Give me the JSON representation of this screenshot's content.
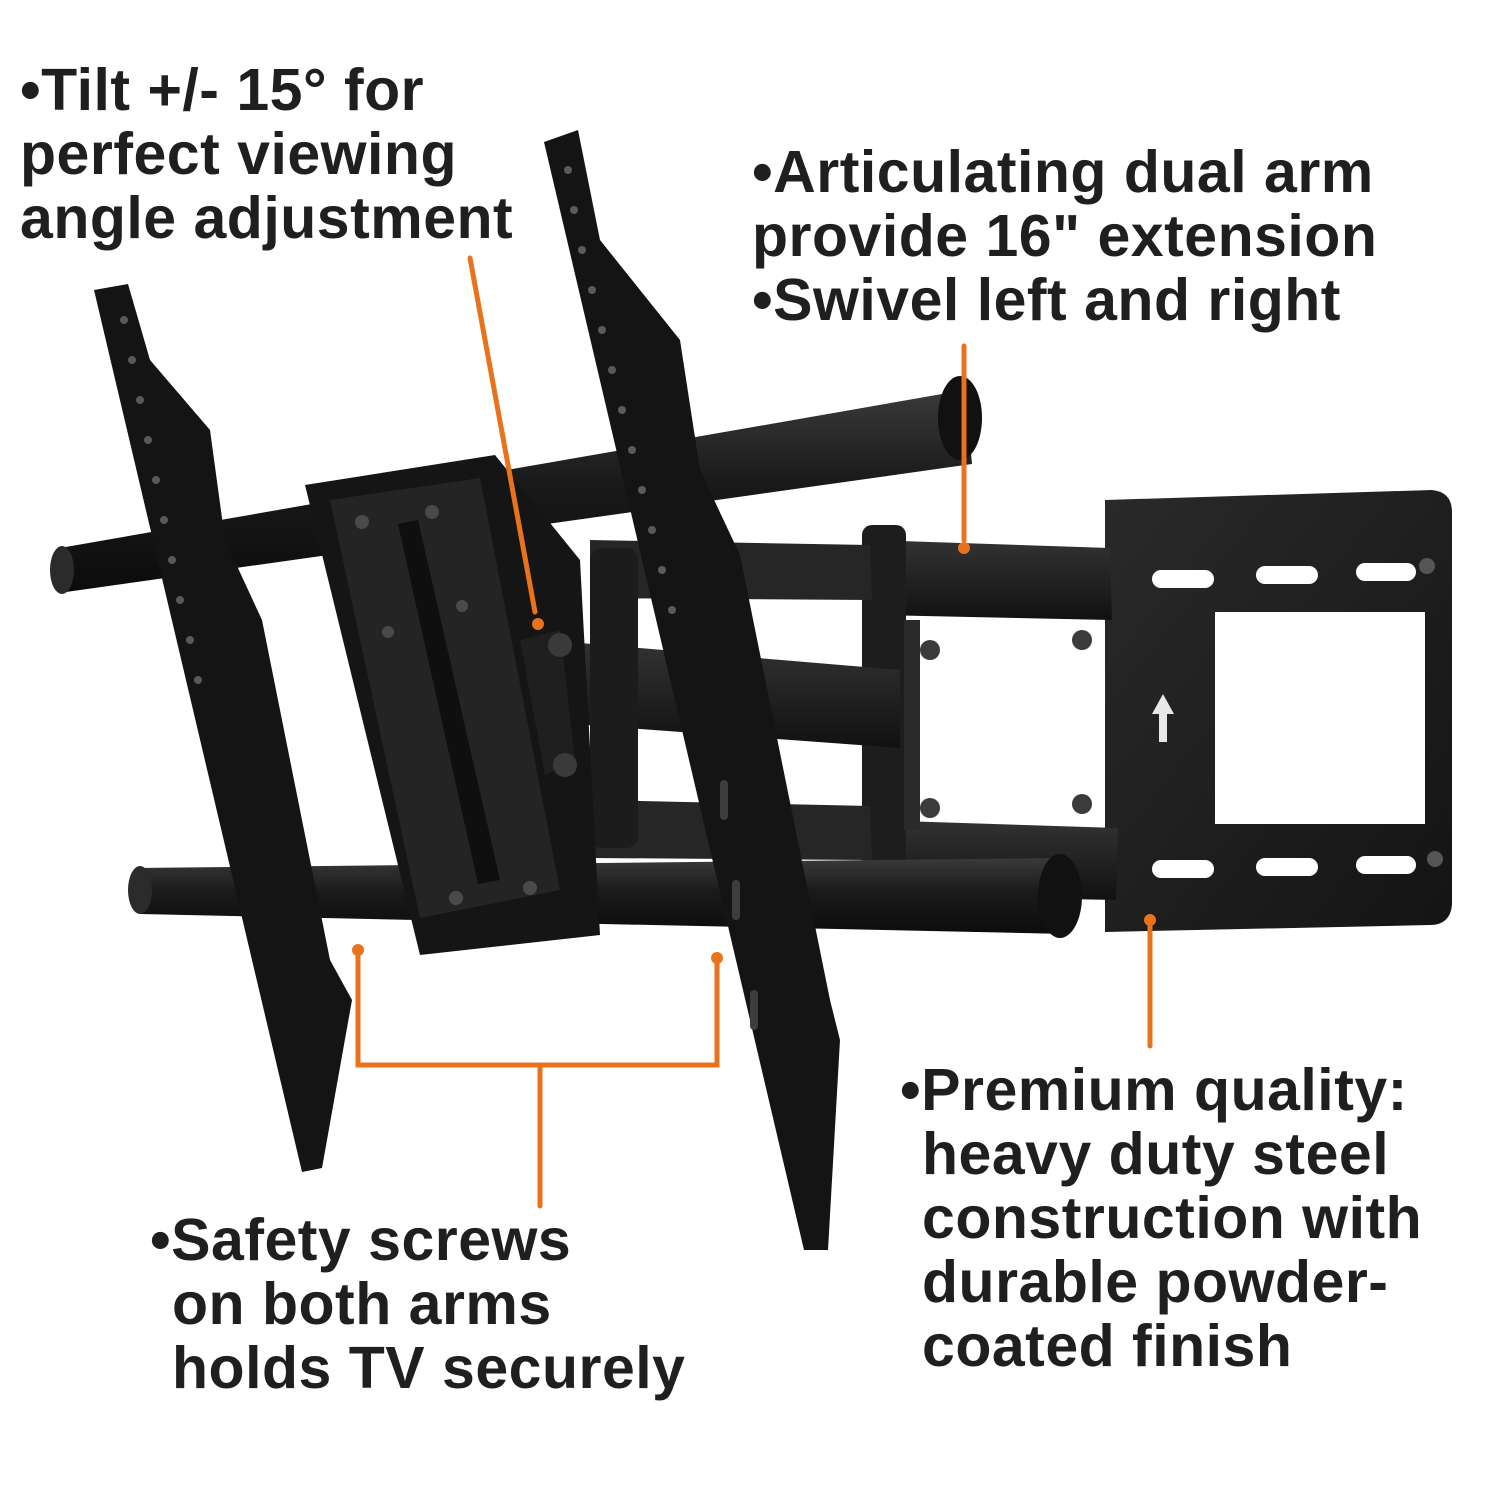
{
  "colors": {
    "accent": "#e8731c",
    "text": "#1f1f1f",
    "steel": "#1b1b1b",
    "background": "#ffffff"
  },
  "callouts": {
    "tilt": {
      "lines": [
        "•Tilt +/- 15° for",
        "perfect viewing",
        "angle adjustment"
      ]
    },
    "arm": {
      "lines": [
        "•Articulating dual arm",
        "provide 16\" extension",
        "•Swivel left and right"
      ]
    },
    "safety": {
      "lines": [
        "•Safety screws",
        "on both arms",
        "holds TV securely"
      ]
    },
    "premium": {
      "lines": [
        "•Premium quality:",
        "heavy duty steel",
        "construction with",
        "durable powder-",
        "coated finish"
      ]
    }
  },
  "icons": {
    "mount_arrow": "arrow-up-icon"
  }
}
